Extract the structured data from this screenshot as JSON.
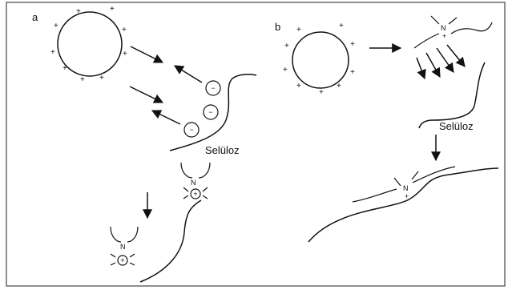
{
  "figure": {
    "panel_a": {
      "label": "a",
      "surface_label": "Selüloz",
      "negative_symbol": "−",
      "positive_symbol": "+",
      "nitrogen_symbol": "N",
      "charged_positive_symbol": "+"
    },
    "panel_b": {
      "label": "b",
      "surface_label": "Selüloz",
      "nitrogen_symbol": "N",
      "nitrogen_charge": "+",
      "positive_symbol": "+"
    },
    "colors": {
      "ink": "#111111",
      "background": "#ffffff",
      "frame": "#444444"
    }
  }
}
